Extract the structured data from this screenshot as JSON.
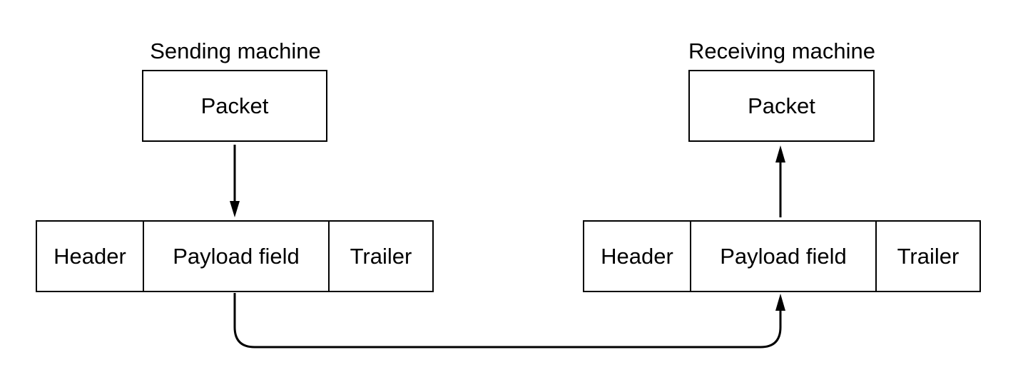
{
  "sender": {
    "caption": "Sending machine",
    "packet_label": "Packet",
    "frame": {
      "header_label": "Header",
      "payload_label": "Payload field",
      "trailer_label": "Trailer"
    }
  },
  "receiver": {
    "caption": "Receiving machine",
    "packet_label": "Packet",
    "frame": {
      "header_label": "Header",
      "payload_label": "Payload field",
      "trailer_label": "Trailer"
    }
  },
  "colors": {
    "stroke": "#000000",
    "background": "#ffffff"
  }
}
